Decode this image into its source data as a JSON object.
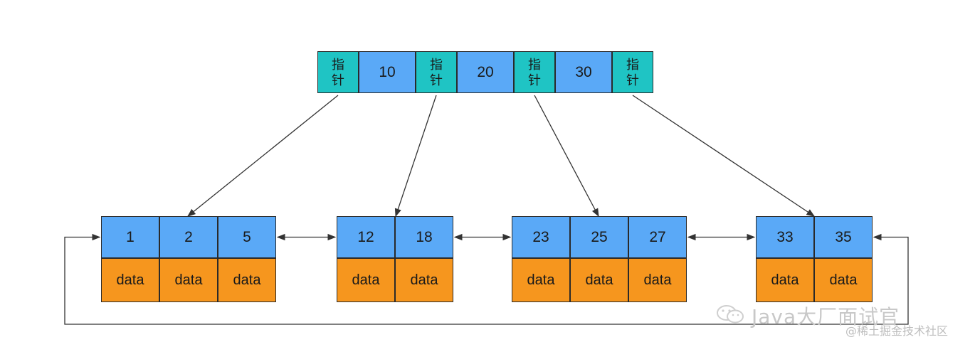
{
  "diagram": {
    "root": {
      "pointer_label": "指\n针",
      "keys": [
        "10",
        "20",
        "30"
      ]
    },
    "leaves": [
      {
        "keys": [
          "1",
          "2",
          "5"
        ],
        "data": [
          "data",
          "data",
          "data"
        ]
      },
      {
        "keys": [
          "12",
          "18"
        ],
        "data": [
          "data",
          "data"
        ]
      },
      {
        "keys": [
          "23",
          "25",
          "27"
        ],
        "data": [
          "data",
          "data",
          "data"
        ]
      },
      {
        "keys": [
          "33",
          "35"
        ],
        "data": [
          "data",
          "data"
        ]
      }
    ]
  },
  "watermark": {
    "main": "Java大厂面试官",
    "sub": "@稀土掘金技术社区"
  },
  "colors": {
    "key": "#5aa9f7",
    "pointer": "#1fc4c4",
    "data": "#f6961e",
    "border": "#2a2a2a",
    "line": "#333333"
  }
}
